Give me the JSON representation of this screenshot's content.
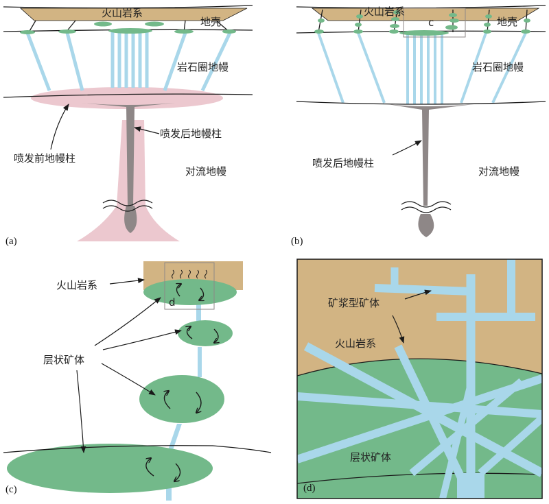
{
  "colors": {
    "volcanic": "#d2b483",
    "ore": "#73b98a",
    "dike": "#a9d7ea",
    "plume": "#ecc8cf",
    "conduit": "#8e8787",
    "outline": "#1a1a1a"
  },
  "panel_a": {
    "id": "(a)",
    "volcanic_label": "火山岩系",
    "crust_label": "地壳",
    "lithosphere_label": "岩石圈地幔",
    "pre_plume_label": "喷发前地幔柱",
    "post_plume_label": "喷发后地幔柱",
    "convective_label": "对流地幔"
  },
  "panel_b": {
    "id": "(b)",
    "volcanic_label": "火山岩系",
    "c_label": "c",
    "crust_label": "地壳",
    "lithosphere_label": "岩石圈地幔",
    "post_plume_label": "喷发后地幔柱",
    "convective_label": "对流地幔"
  },
  "panel_c": {
    "id": "(c)",
    "volcanic_label": "火山岩系",
    "d_label": "d",
    "layered_ore_label": "层状矿体"
  },
  "panel_d": {
    "id": "(d)",
    "magma_ore_label": "矿浆型矿体",
    "volcanic_label": "火山岩系",
    "layered_ore_label": "层状矿体"
  }
}
